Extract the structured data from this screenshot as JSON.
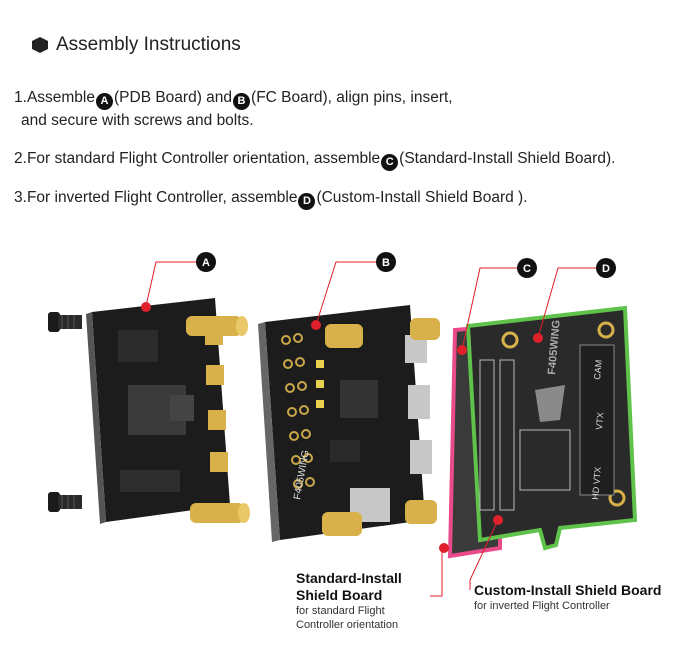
{
  "heading": {
    "text": "Assembly Instructions",
    "icon": "hexagon-icon"
  },
  "steps": [
    {
      "num": "1.",
      "pre": "Assemble",
      "badge1": "A",
      "mid1": "(PDB Board) and",
      "badge2": "B",
      "post": "(FC Board), align pins, insert,",
      "line2": "and secure with screws and bolts."
    },
    {
      "num": "2.",
      "pre": "For standard Flight Controller orientation, assemble",
      "badge": "C",
      "post": "(Standard-Install Shield Board)."
    },
    {
      "num": "3.",
      "pre": "For inverted Flight Controller, assemble",
      "badge": "D",
      "post": "(Custom-Install Shield Board )."
    }
  ],
  "callouts": [
    "A",
    "B",
    "C",
    "D"
  ],
  "board_silkscreen": {
    "fc_brand": "F405WING",
    "shield_labels": [
      "CAM",
      "VTX",
      "HD VTX",
      "F405WING"
    ]
  },
  "captions": {
    "standard": {
      "title_line1": "Standard-Install",
      "title_line2": "Shield Board",
      "sub_line1": "for standard Flight",
      "sub_line2": "Controller orientation"
    },
    "custom": {
      "title": "Custom-Install Shield Board",
      "sub": "for inverted Flight Controller"
    }
  },
  "colors": {
    "accent_red": "#e0202a",
    "board_dark": "#1c1c1c",
    "gold": "#d9b14a",
    "shield_pink": "#e84a8a",
    "shield_green": "#5fc24a"
  }
}
